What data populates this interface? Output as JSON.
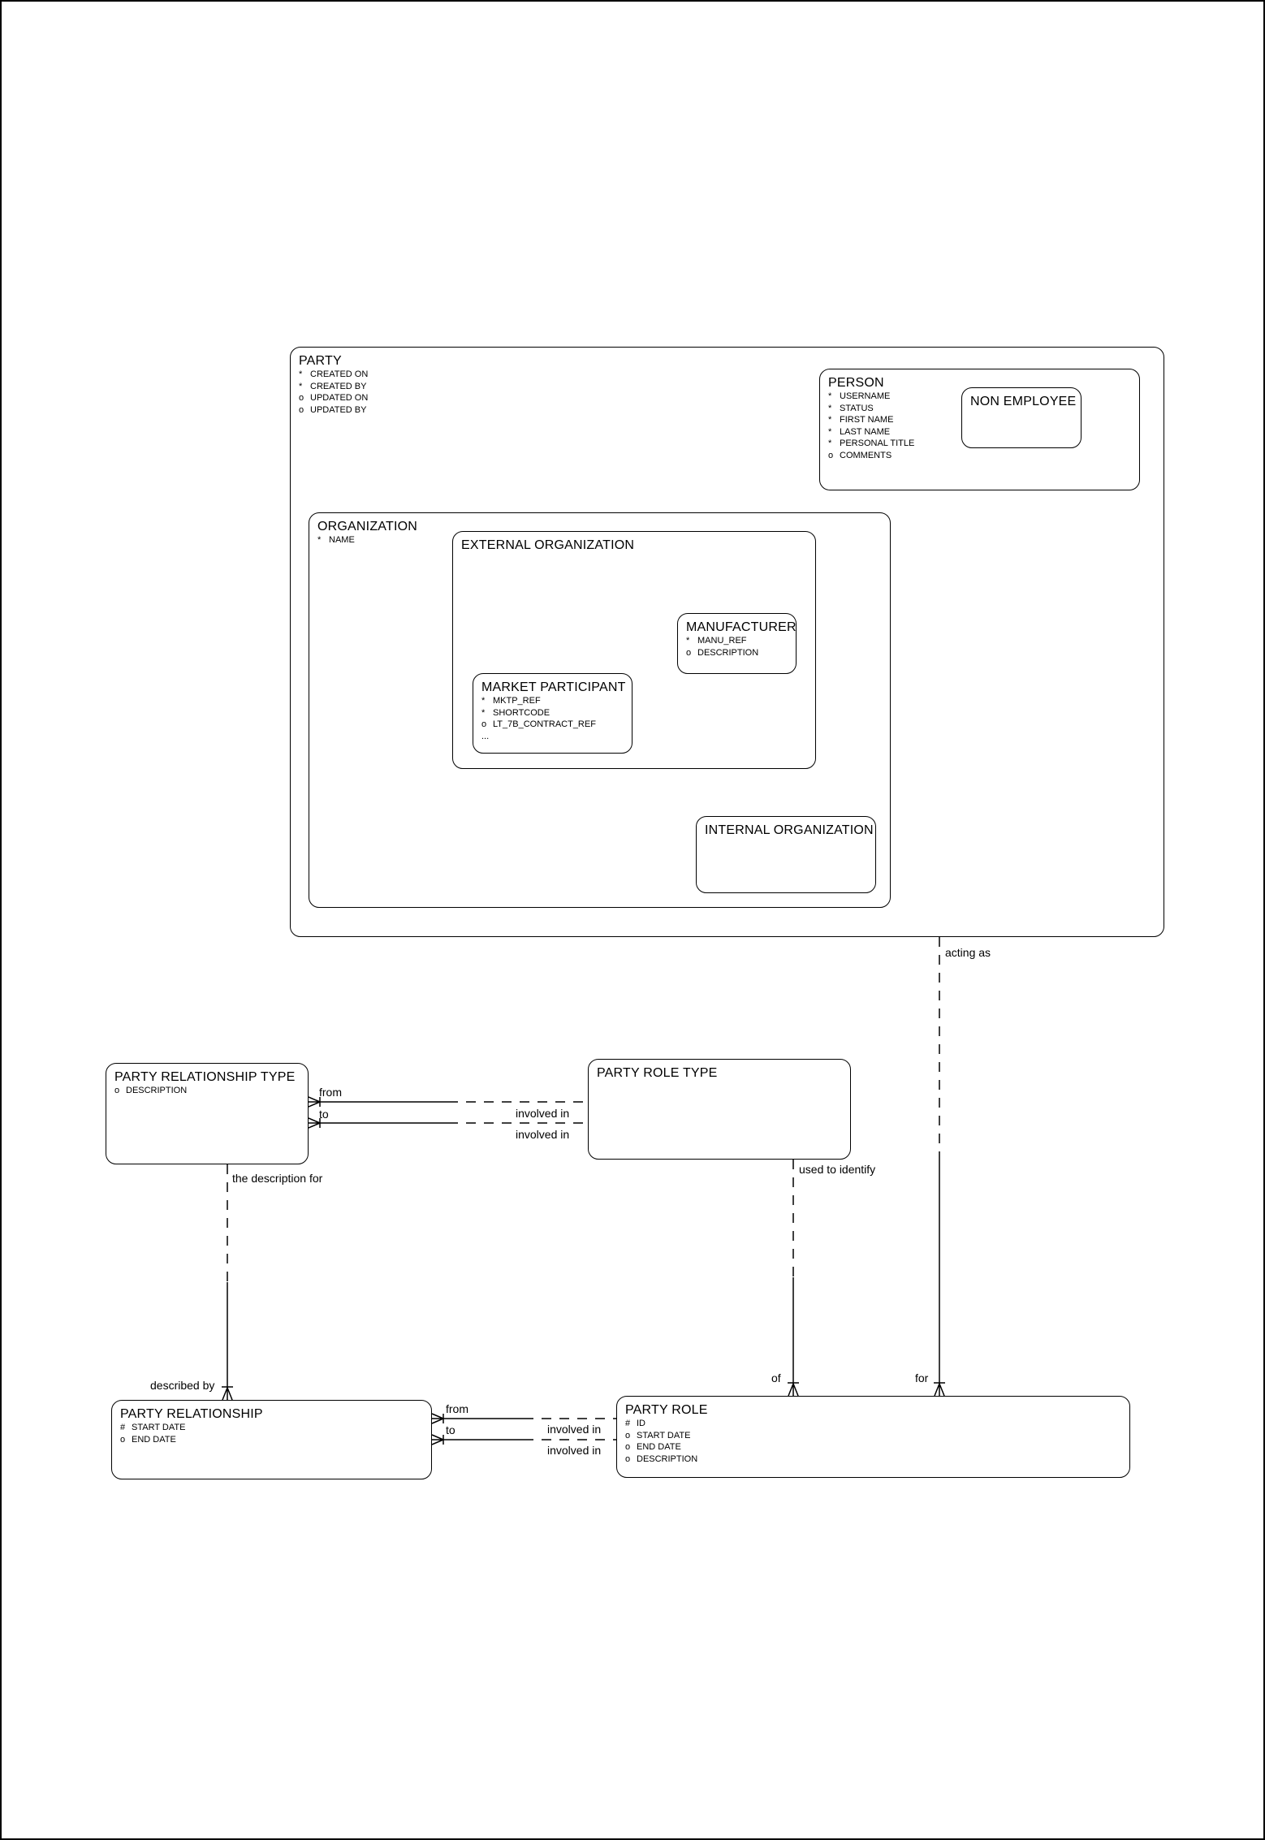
{
  "entities": {
    "party": {
      "title": "PARTY",
      "attrs": [
        {
          "flag": "*",
          "name": "CREATED ON"
        },
        {
          "flag": "*",
          "name": "CREATED BY"
        },
        {
          "flag": "o",
          "name": "UPDATED ON"
        },
        {
          "flag": "o",
          "name": "UPDATED BY"
        }
      ]
    },
    "person": {
      "title": "PERSON",
      "attrs": [
        {
          "flag": "*",
          "name": "USERNAME"
        },
        {
          "flag": "*",
          "name": "STATUS"
        },
        {
          "flag": "*",
          "name": "FIRST NAME"
        },
        {
          "flag": "*",
          "name": "LAST NAME"
        },
        {
          "flag": "*",
          "name": "PERSONAL TITLE"
        },
        {
          "flag": "o",
          "name": "COMMENTS"
        }
      ]
    },
    "non_employee": {
      "title": "NON EMPLOYEE"
    },
    "organization": {
      "title": "ORGANIZATION",
      "attrs": [
        {
          "flag": "*",
          "name": "NAME"
        }
      ]
    },
    "external_organization": {
      "title": "EXTERNAL ORGANIZATION"
    },
    "manufacturer": {
      "title": "MANUFACTURER",
      "attrs": [
        {
          "flag": "*",
          "name": "MANU_REF"
        },
        {
          "flag": "o",
          "name": "DESCRIPTION"
        }
      ]
    },
    "market_participant": {
      "title": "MARKET PARTICIPANT",
      "attrs": [
        {
          "flag": "*",
          "name": "MKTP_REF"
        },
        {
          "flag": "*",
          "name": "SHORTCODE"
        },
        {
          "flag": "o",
          "name": "LT_7B_CONTRACT_REF"
        },
        {
          "flag": "...",
          "name": ""
        }
      ]
    },
    "internal_organization": {
      "title": "INTERNAL ORGANIZATION"
    },
    "party_relationship_type": {
      "title": "PARTY RELATIONSHIP TYPE",
      "attrs": [
        {
          "flag": "o",
          "name": "DESCRIPTION"
        }
      ]
    },
    "party_role_type": {
      "title": "PARTY ROLE TYPE"
    },
    "party_relationship": {
      "title": "PARTY RELATIONSHIP",
      "attrs": [
        {
          "flag": "#",
          "name": "START DATE"
        },
        {
          "flag": "o",
          "name": "END DATE"
        }
      ]
    },
    "party_role": {
      "title": "PARTY ROLE",
      "attrs": [
        {
          "flag": "#",
          "name": "ID"
        },
        {
          "flag": "o",
          "name": "START DATE"
        },
        {
          "flag": "o",
          "name": "END DATE"
        },
        {
          "flag": "o",
          "name": "DESCRIPTION"
        }
      ]
    }
  },
  "labels": {
    "acting_as": "acting as",
    "for": "for",
    "used_to_identify": "used to identify",
    "of": "of",
    "the_description_for": "the description for",
    "described_by": "described by",
    "from_top": "from",
    "to_top": "to",
    "involved_in_top_1": "involved in",
    "involved_in_top_2": "involved in",
    "from_bottom": "from",
    "to_bottom": "to",
    "involved_in_bottom_1": "involved in",
    "involved_in_bottom_2": "involved in"
  }
}
